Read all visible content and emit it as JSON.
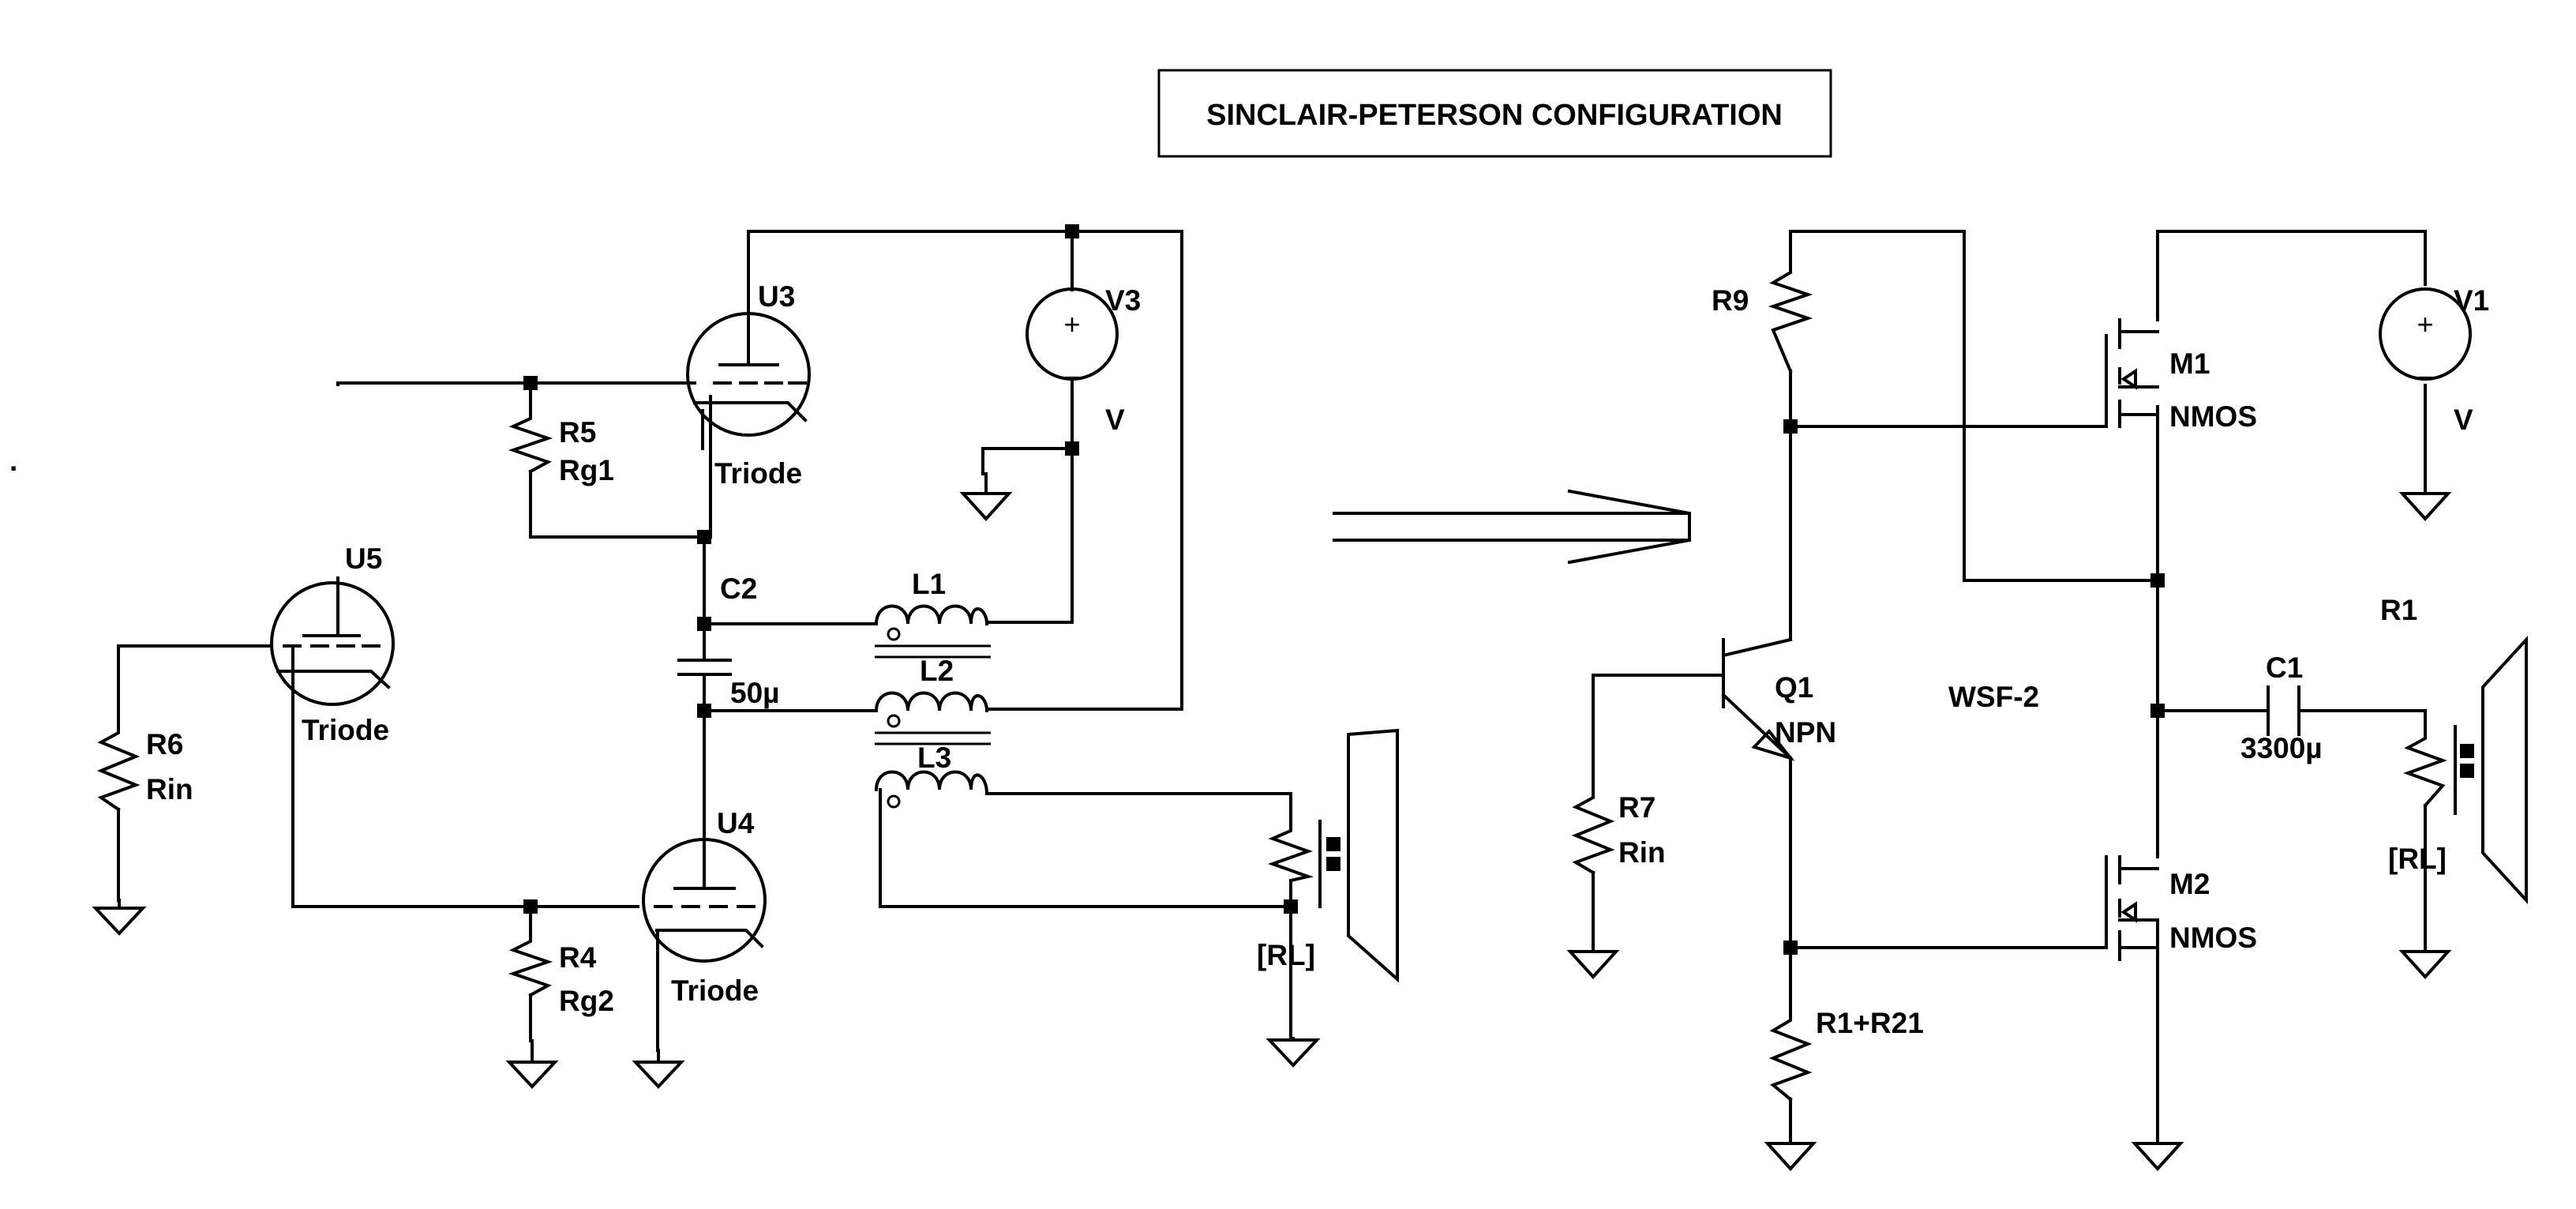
{
  "title": "SINCLAIR-PETERSON CONFIGURATION",
  "left_circuit": {
    "tubes": [
      {
        "ref": "U3",
        "type": "Triode"
      },
      {
        "ref": "U4",
        "type": "Triode"
      },
      {
        "ref": "U5",
        "type": "Triode"
      }
    ],
    "resistors": [
      {
        "ref": "R5",
        "value": "Rg1"
      },
      {
        "ref": "R6",
        "value": "Rin"
      },
      {
        "ref": "R4",
        "value": "Rg2"
      }
    ],
    "capacitor": {
      "ref": "C2",
      "value": "50µ"
    },
    "inductors": [
      "L1",
      "L2",
      "L3"
    ],
    "source": {
      "ref": "V3",
      "value": "V"
    },
    "load": "[RL]"
  },
  "right_circuit": {
    "label": "WSF-2",
    "resistors": [
      {
        "ref": "R9"
      },
      {
        "ref": "R7",
        "value": "Rin"
      },
      {
        "ref": "R1+R21"
      },
      {
        "ref": "R1"
      }
    ],
    "transistors": [
      {
        "ref": "Q1",
        "type": "NPN"
      },
      {
        "ref": "M1",
        "type": "NMOS"
      },
      {
        "ref": "M2",
        "type": "NMOS"
      }
    ],
    "capacitor": {
      "ref": "C1",
      "value": "3300µ"
    },
    "source": {
      "ref": "V1",
      "value": "V"
    },
    "load": "[RL]"
  },
  "symbols": {
    "plus": "+",
    "minus": "−",
    "stray_mark": "."
  }
}
